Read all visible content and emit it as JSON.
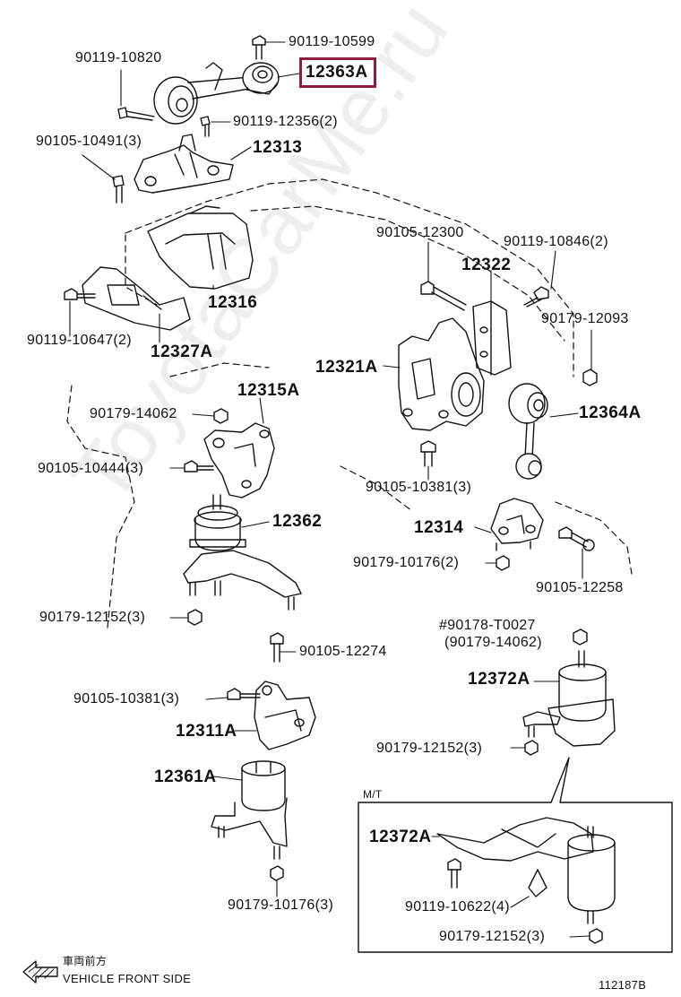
{
  "labels": {
    "p_90119_10599": "90119-10599",
    "p_90119_10820": "90119-10820",
    "p_12363A": "12363A",
    "p_90119_12356": "90119-12356(2)",
    "p_90105_10491": "90105-10491(3)",
    "p_12313": "12313",
    "p_90105_12300": "90105-12300",
    "p_90119_10846": "90119-10846(2)",
    "p_12322": "12322",
    "p_12316": "12316",
    "p_90179_12093": "90179-12093",
    "p_90119_10647": "90119-10647(2)",
    "p_12327A": "12327A",
    "p_12321A": "12321A",
    "p_12364A": "12364A",
    "p_12315A": "12315A",
    "p_90179_14062": "90179-14062",
    "p_90105_10444": "90105-10444(3)",
    "p_90105_10381_top": "90105-10381(3)",
    "p_12362": "12362",
    "p_12314": "12314",
    "p_90179_10176_2": "90179-10176(2)",
    "p_90105_12258": "90105-12258",
    "p_90179_12152_top": "90179-12152(3)",
    "p_90178_T0027": "#90178-T0027",
    "p_90179_14062_alt": "(90179-14062)",
    "p_90105_12274": "90105-12274",
    "p_12372A_top": "12372A",
    "p_90105_10381_bot": "90105-10381(3)",
    "p_12311A": "12311A",
    "p_90179_12152_mid": "90179-12152(3)",
    "p_12361A": "12361A",
    "p_mt": "M/T",
    "p_12372A_mt": "12372A",
    "p_90119_10622": "90119-10622(4)",
    "p_90179_10176_3": "90179-10176(3)",
    "p_90179_12152_bot": "90179-12152(3)"
  },
  "legend": {
    "japanese": "車両前方",
    "english": "VEHICLE FRONT SIDE"
  },
  "diagram_id": "112187B",
  "watermark": "ToyotaCarMe.ru",
  "colors": {
    "highlight": "#8b1f3b",
    "line": "#111111"
  }
}
